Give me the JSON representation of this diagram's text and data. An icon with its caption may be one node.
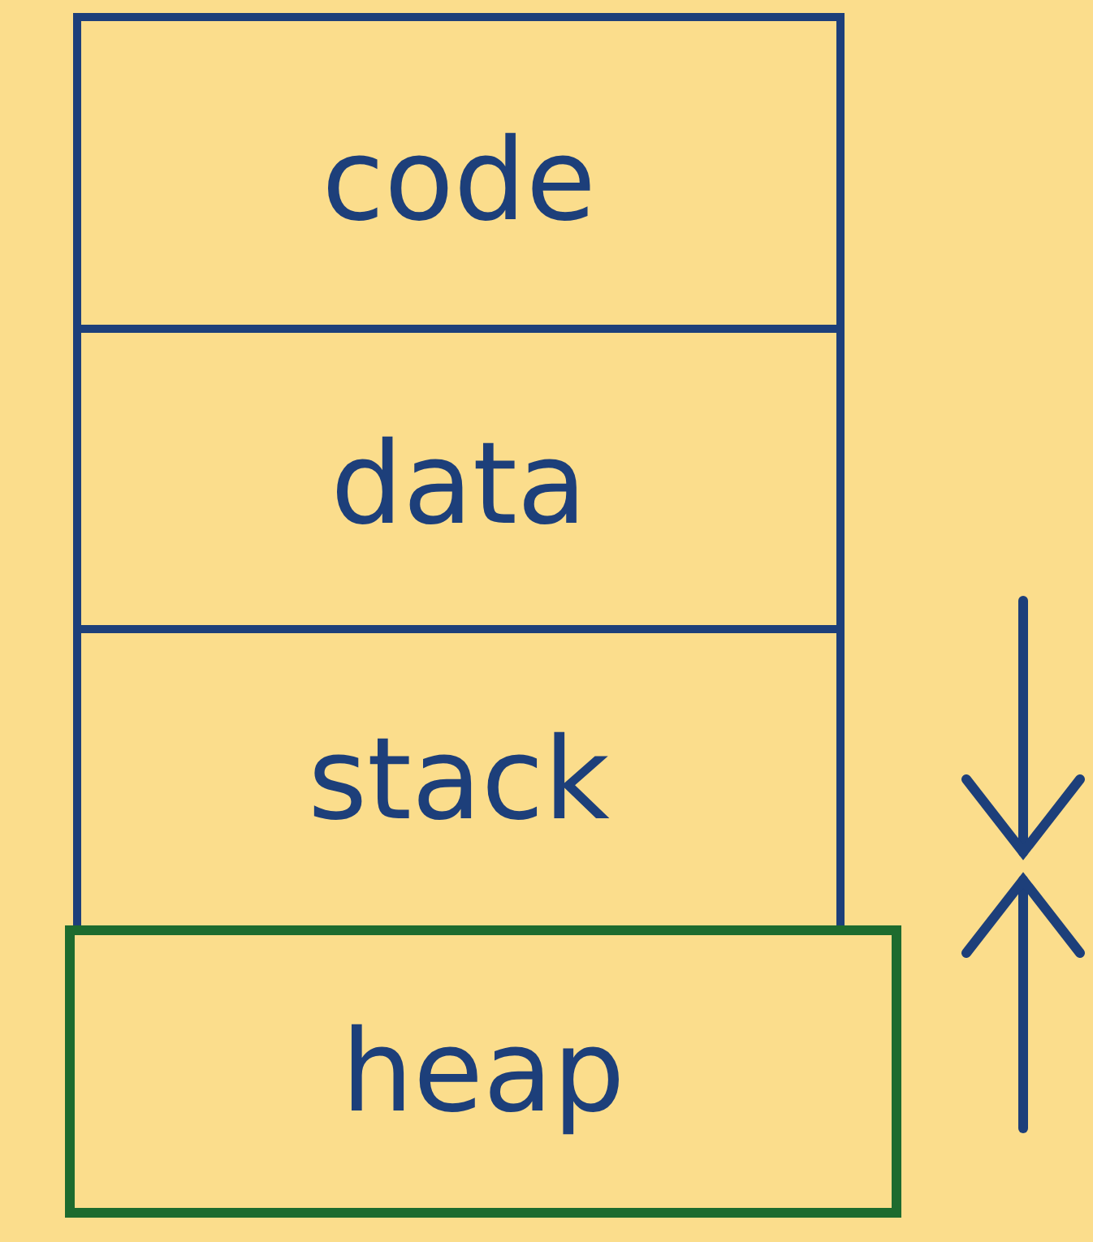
{
  "diagram": {
    "nodes": [
      {
        "text": [
          "code"
        ]
      },
      {
        "text": [
          "data"
        ]
      },
      {
        "text": [
          "stack"
        ]
      },
      {
        "text": [
          "heap"
        ]
      }
    ]
  }
}
